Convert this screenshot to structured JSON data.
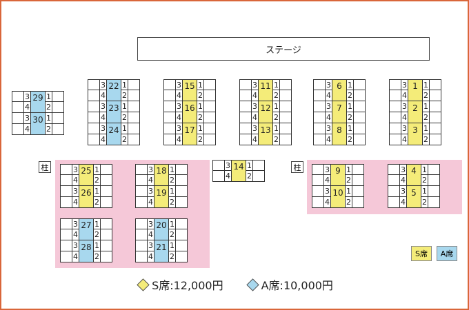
{
  "stage_label": "ステージ",
  "pillar_label": "柱",
  "seat_labels": {
    "left": [
      "3",
      "4"
    ],
    "right": [
      "1",
      "2"
    ]
  },
  "legend": {
    "s_badge": "S席",
    "a_badge": "A席",
    "s_price": "S席:12,000円",
    "a_price": "A席:10,000円"
  },
  "colors": {
    "s_seat": "#f4ec79",
    "a_seat": "#a8d8ee",
    "zone": "#f5c8d8",
    "frame": "#d9663a"
  },
  "groups": [
    {
      "id": "g-1-3",
      "seat_class": "S",
      "tables": [
        "1",
        "2",
        "3"
      ]
    },
    {
      "id": "g-6-8",
      "seat_class": "S",
      "tables": [
        "6",
        "7",
        "8"
      ]
    },
    {
      "id": "g-11-13",
      "seat_class": "S",
      "tables": [
        "11",
        "12",
        "13"
      ]
    },
    {
      "id": "g-15-17",
      "seat_class": "S",
      "tables": [
        "15",
        "16",
        "17"
      ]
    },
    {
      "id": "g-22-24",
      "seat_class": "A",
      "tables": [
        "22",
        "23",
        "24"
      ]
    },
    {
      "id": "g-29-30",
      "seat_class": "A",
      "tables": [
        "29",
        "30"
      ]
    },
    {
      "id": "g-14",
      "seat_class": "S",
      "tables": [
        "14"
      ]
    },
    {
      "id": "g-25-26",
      "seat_class": "S",
      "tables": [
        "25",
        "26"
      ]
    },
    {
      "id": "g-18-19",
      "seat_class": "S",
      "tables": [
        "18",
        "19"
      ]
    },
    {
      "id": "g-27-28",
      "seat_class": "A",
      "tables": [
        "27",
        "28"
      ]
    },
    {
      "id": "g-20-21",
      "seat_class": "A",
      "tables": [
        "20",
        "21"
      ]
    },
    {
      "id": "g-9-10",
      "seat_class": "S",
      "tables": [
        "9",
        "10"
      ]
    },
    {
      "id": "g-4-5",
      "seat_class": "S",
      "tables": [
        "4",
        "5"
      ]
    }
  ]
}
